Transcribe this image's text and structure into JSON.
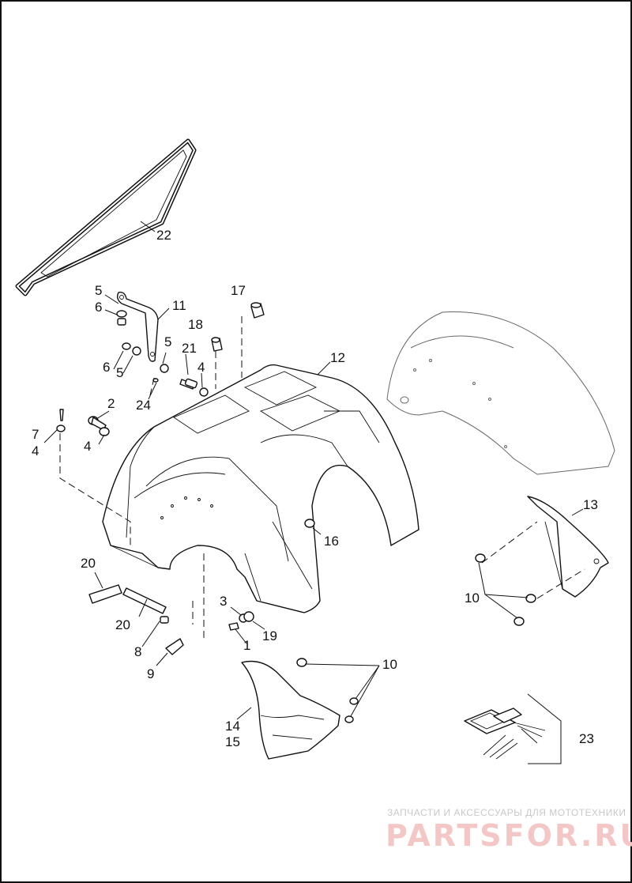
{
  "callouts": [
    {
      "id": "c22",
      "text": "22"
    },
    {
      "id": "c5a",
      "text": "5"
    },
    {
      "id": "c6a",
      "text": "6"
    },
    {
      "id": "c11",
      "text": "11"
    },
    {
      "id": "c17",
      "text": "17"
    },
    {
      "id": "c18",
      "text": "18"
    },
    {
      "id": "c5b",
      "text": "5"
    },
    {
      "id": "c21",
      "text": "21"
    },
    {
      "id": "c6b",
      "text": "6"
    },
    {
      "id": "c5c",
      "text": "5"
    },
    {
      "id": "c4a",
      "text": "4"
    },
    {
      "id": "c12",
      "text": "12"
    },
    {
      "id": "c24",
      "text": "24"
    },
    {
      "id": "c2",
      "text": "2"
    },
    {
      "id": "c7",
      "text": "7"
    },
    {
      "id": "c4b",
      "text": "4"
    },
    {
      "id": "c4c",
      "text": "4"
    },
    {
      "id": "c13",
      "text": "13"
    },
    {
      "id": "c16",
      "text": "16"
    },
    {
      "id": "c20a",
      "text": "20"
    },
    {
      "id": "c3",
      "text": "3"
    },
    {
      "id": "c10a",
      "text": "10"
    },
    {
      "id": "c20b",
      "text": "20"
    },
    {
      "id": "c19",
      "text": "19"
    },
    {
      "id": "c8",
      "text": "8"
    },
    {
      "id": "c1",
      "text": "1"
    },
    {
      "id": "c10b",
      "text": "10"
    },
    {
      "id": "c9",
      "text": "9"
    },
    {
      "id": "c14",
      "text": "14"
    },
    {
      "id": "c15",
      "text": "15"
    },
    {
      "id": "c23",
      "text": "23"
    }
  ],
  "watermark": {
    "tagline": "ЗАПЧАСТИ И АКСЕССУАРЫ ДЛЯ МОТОТЕХНИКИ",
    "logo": "PARTSFOR.RU"
  }
}
